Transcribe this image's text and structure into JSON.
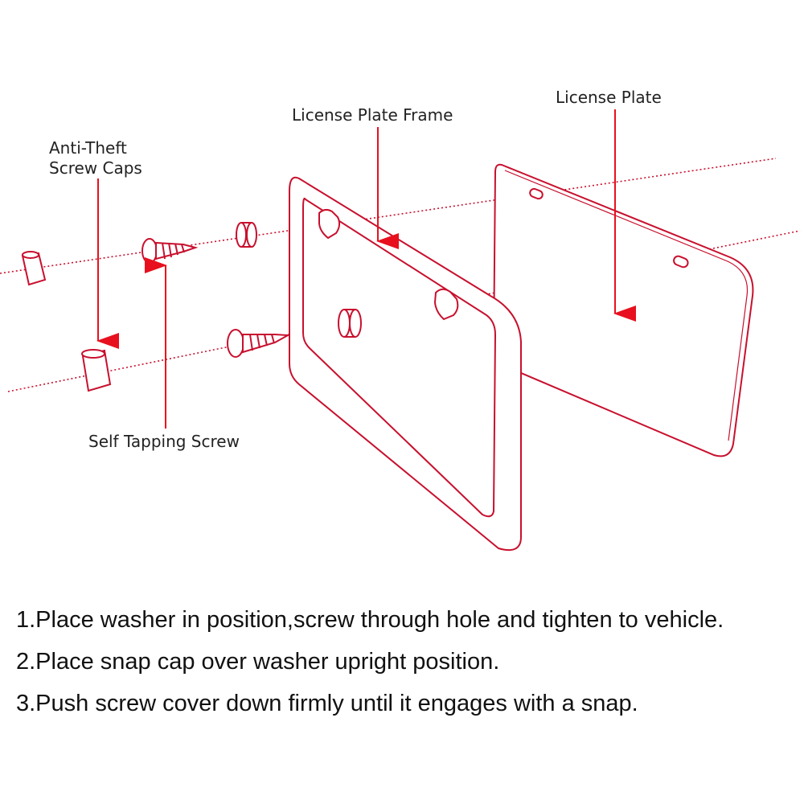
{
  "colors": {
    "outline": "#c8102e",
    "arrow": "#e8101e",
    "text": "#222222",
    "background": "#ffffff"
  },
  "labels": {
    "license_plate": "License Plate",
    "license_plate_frame": "License Plate Frame",
    "anti_theft_line1": "Anti-Theft",
    "anti_theft_line2": "Screw Caps",
    "self_tapping_screw": "Self Tapping Screw"
  },
  "instructions": [
    "1.Place washer in position,screw through hole and tighten to vehicle.",
    "2.Place snap cap over washer upright position.",
    "3.Push screw cover down firmly until it engages with a snap."
  ]
}
